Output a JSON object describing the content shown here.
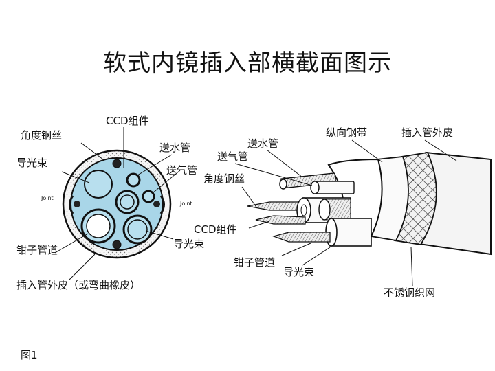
{
  "title": "软式内镜插入部横截面图示",
  "figure_label": "图1",
  "colors": {
    "lumen_fill": "#a9d6e8",
    "outer_ring": "#f4f4f4",
    "line": "#111111"
  },
  "cross_section": {
    "labels": {
      "ccd": "CCD组件",
      "angle_wire": "角度钢丝",
      "water_pipe": "送水管",
      "light_bundle_left": "导光束",
      "air_pipe": "送气管",
      "joint_left": "Joint",
      "joint_right": "Joint",
      "forceps_channel": "钳子管道",
      "light_bundle_bottom": "导光束",
      "sheath": "插入管外皮（或弯曲橡皮）"
    }
  },
  "side_view": {
    "labels": {
      "longitudinal_band": "纵向钢带",
      "sheath": "插入管外皮",
      "water_pipe": "送水管",
      "air_pipe": "送气管",
      "angle_wire": "角度钢丝",
      "ccd": "CCD组件",
      "forceps_channel": "钳子管道",
      "light_bundle": "导光束",
      "mesh": "不锈钢织网"
    }
  }
}
